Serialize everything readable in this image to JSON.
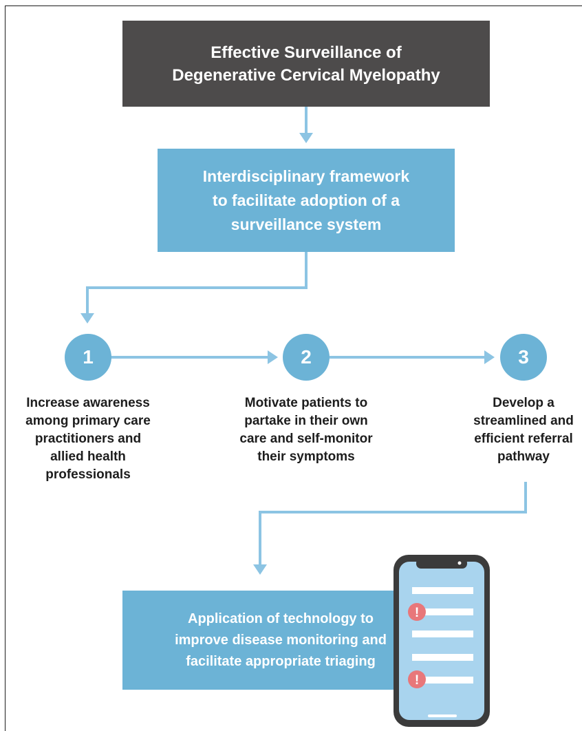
{
  "header_box": {
    "lines": [
      "Effective Surveillance of",
      "Degenerative Cervical Myelopathy"
    ]
  },
  "framework_box": {
    "lines": [
      "Interdisciplinary framework",
      "to facilitate adoption of a",
      "surveillance system"
    ]
  },
  "steps": [
    {
      "number": "1",
      "lines": [
        "Increase awareness",
        "among primary care",
        "practitioners and",
        "allied health",
        "professionals"
      ]
    },
    {
      "number": "2",
      "lines": [
        "Motivate patients to",
        "partake in their own",
        "care and self-monitor",
        "their symptoms"
      ]
    },
    {
      "number": "3",
      "lines": [
        "Develop a",
        "streamlined and",
        "efficient referral",
        "pathway"
      ]
    }
  ],
  "technology_box": {
    "lines": [
      "Application of technology to",
      "improve disease monitoring and",
      "facilitate appropriate triaging"
    ]
  },
  "phone": {
    "icon": "smartphone-icon",
    "alert_symbol": "!",
    "alert_icon": "exclamation-alert-icon"
  },
  "colors": {
    "dark_box": "#4d4b4b",
    "blue": "#6cb3d6",
    "arrow": "#8cc4e3",
    "alert": "#e8777a"
  }
}
